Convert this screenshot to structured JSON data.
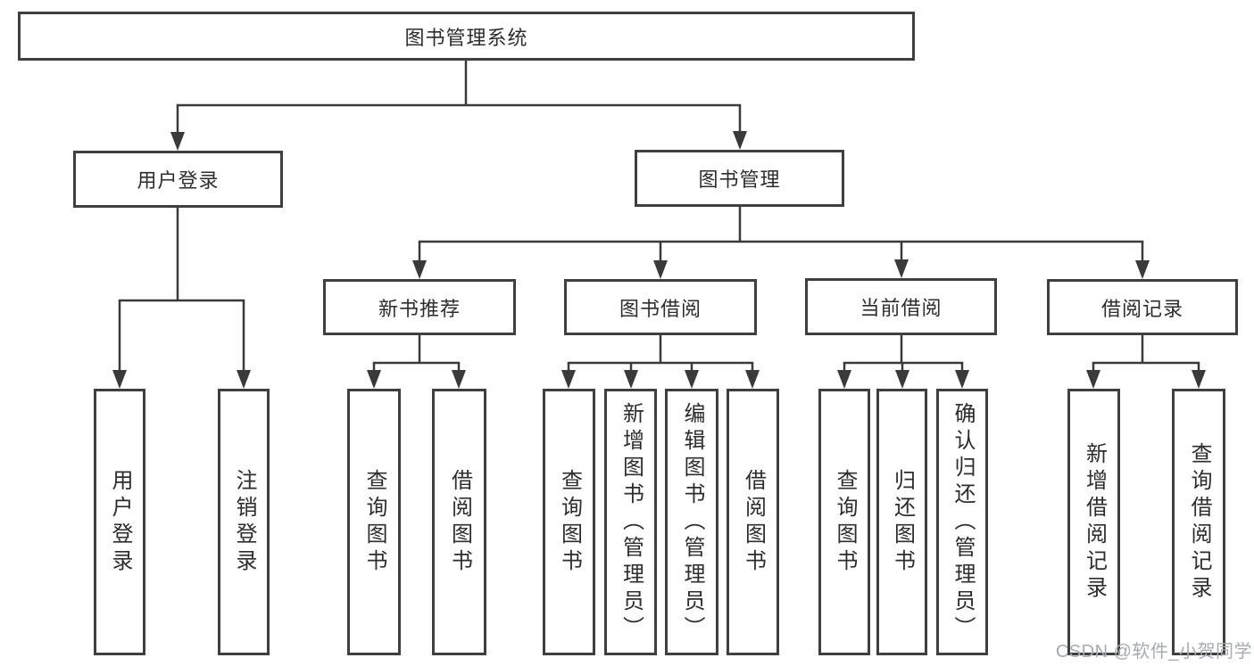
{
  "tree": {
    "label": "图书管理系统",
    "children": [
      {
        "label": "用户登录",
        "children": [
          {
            "label": "用户登录"
          },
          {
            "label": "注销登录"
          }
        ]
      },
      {
        "label": "图书管理",
        "children": [
          {
            "label": "新书推荐",
            "children": [
              {
                "label": "查询图书"
              },
              {
                "label": "借阅图书"
              }
            ]
          },
          {
            "label": "图书借阅",
            "children": [
              {
                "label": "查询图书"
              },
              {
                "label": "新增图书（管理员）"
              },
              {
                "label": "编辑图书（管理员）"
              },
              {
                "label": "借阅图书"
              }
            ]
          },
          {
            "label": "当前借阅",
            "children": [
              {
                "label": "查询图书"
              },
              {
                "label": "归还图书"
              },
              {
                "label": "确认归还（管理员）"
              }
            ]
          },
          {
            "label": "借阅记录",
            "children": [
              {
                "label": "新增借阅记录"
              },
              {
                "label": "查询借阅记录"
              }
            ]
          }
        ]
      }
    ]
  },
  "watermark": {
    "text": "CSDN @软件_小贺同学"
  },
  "colors": {
    "line": "#3a3a3a",
    "box_border": "#3f3f3f",
    "text": "#2d2d2d",
    "background": "#ffffff",
    "watermark": "#a6abb3"
  }
}
